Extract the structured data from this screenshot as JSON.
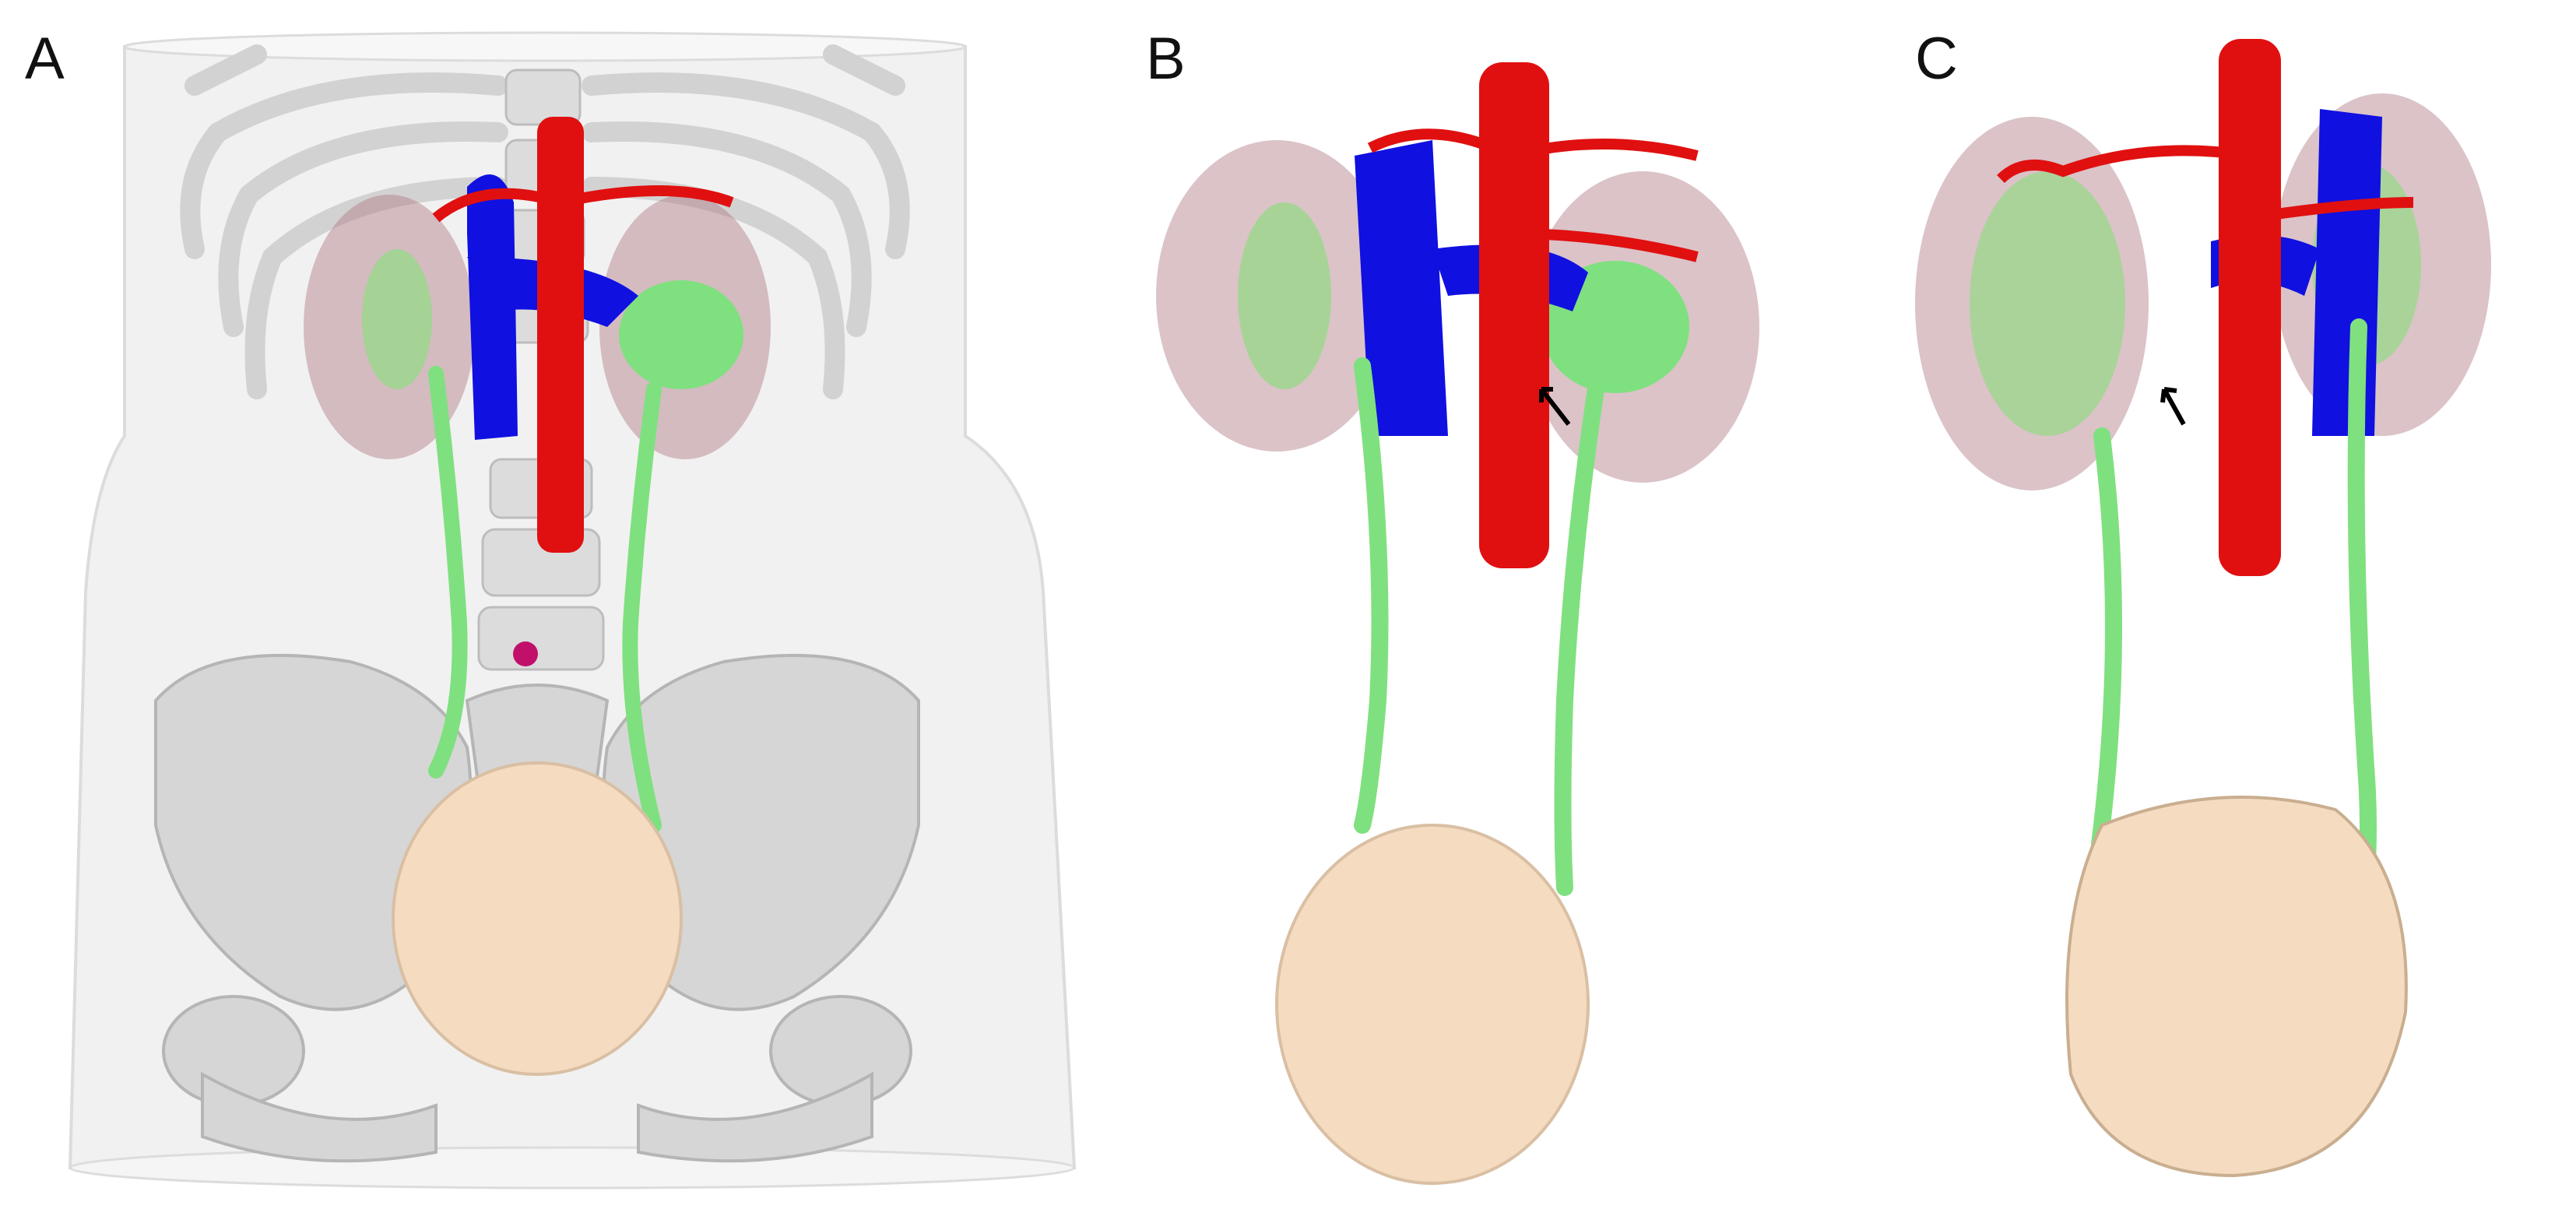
{
  "panels": [
    {
      "label": "A"
    },
    {
      "label": "B"
    },
    {
      "label": "C"
    }
  ],
  "colors": {
    "aorta": "#e01010",
    "vena_cava": "#1010e0",
    "urinary_tract": "#7fe07f",
    "bladder": "#f5dcc0",
    "bone": "#d8d8d8",
    "kidney": "#b07a86",
    "body_surface": "#ececec",
    "marker": "#c0106a"
  }
}
